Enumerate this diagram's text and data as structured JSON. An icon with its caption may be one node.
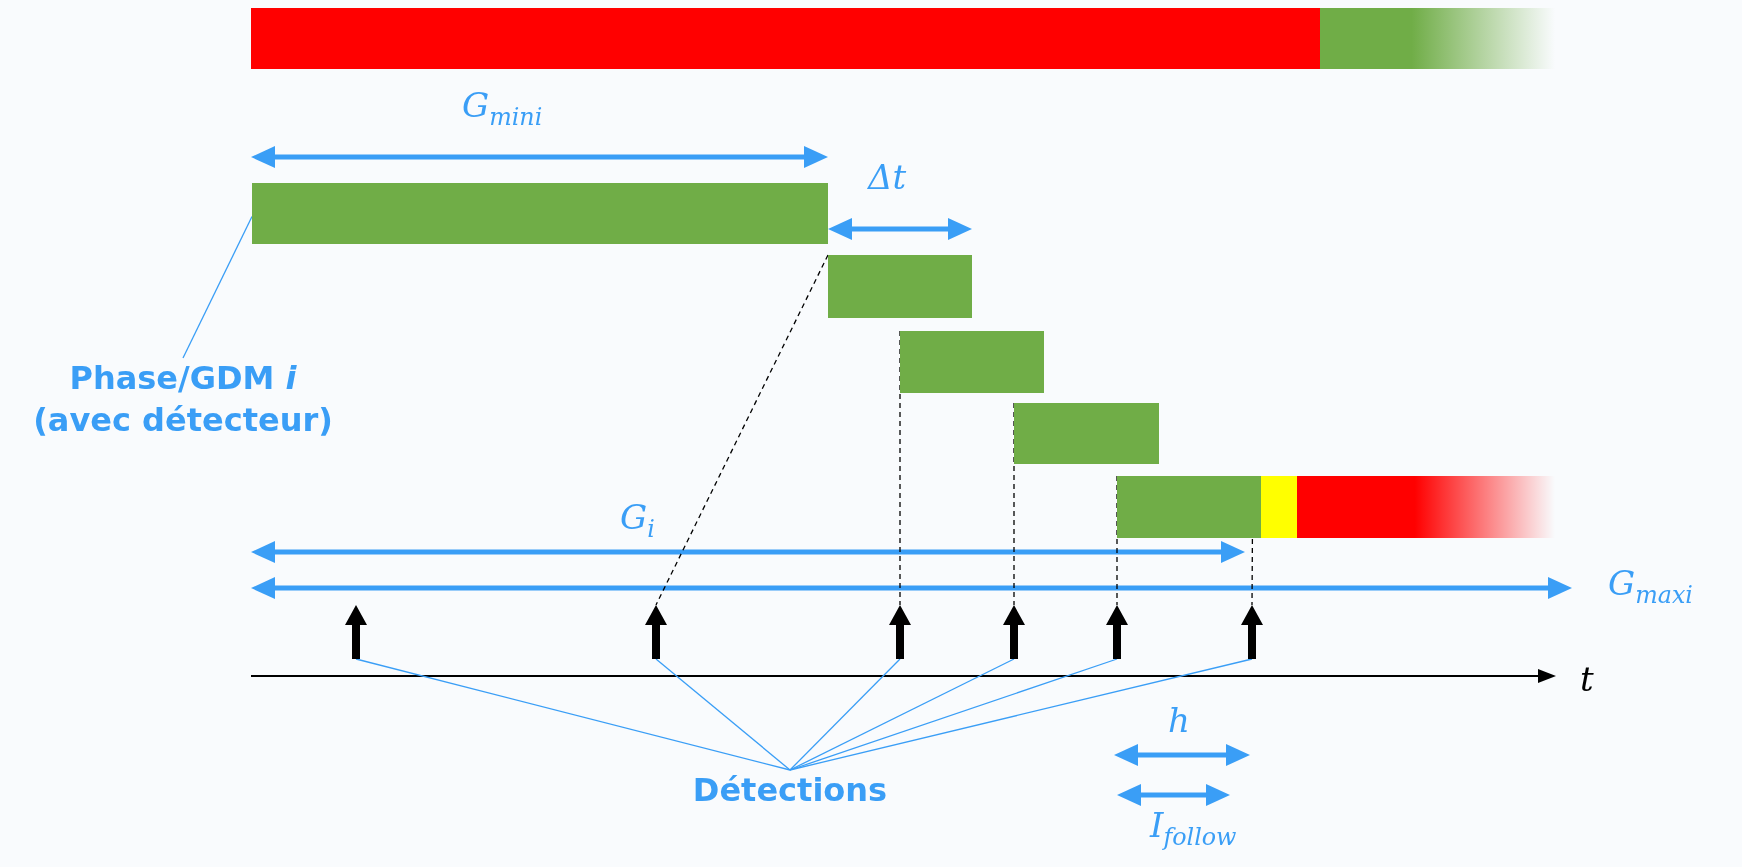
{
  "diagram": {
    "nodes": [
      {
        "text": [],
        "shape": "bar"
      },
      {
        "text": [
          "Phase/GDM *i* (avec détecteur)"
        ]
      },
      {
        "text": [],
        "shape": "bar"
      },
      {
        "text": [],
        "shape": "bar"
      },
      {
        "text": [],
        "shape": "bar"
      },
      {
        "text": [],
        "shape": "bar"
      },
      {
        "text": [],
        "shape": "bar"
      },
      {
        "text": [],
        "shape": "arrow"
      },
      {
        "text": [],
        "shape": "arrow"
      },
      {
        "text": [],
        "shape": "arrow"
      },
      {
        "text": [],
        "shape": "arrow"
      },
      {
        "text": [],
        "shape": "arrow"
      },
      {
        "text": [],
        "shape": "arrow"
      },
      {
        "text": [
          "Détections"
        ]
      }
    ],
    "edges": [
      {
        "from": 1,
        "to": 2,
        "arrow": "none"
      },
      {
        "from": 3,
        "to": 8,
        "arrow": "none",
        "style": "dashed",
        "color": "#000000"
      },
      {
        "from": 4,
        "to": 9,
        "arrow": "none",
        "style": "dashed",
        "color": "#000000"
      },
      {
        "from": 5,
        "to": 10,
        "arrow": "none",
        "style": "dashed",
        "color": "#000000"
      },
      {
        "from": 6,
        "to": 11,
        "arrow": "none",
        "style": "dashed",
        "color": "#000000"
      },
      {
        "from": 6,
        "to": 12,
        "arrow": "none",
        "style": "dashed",
        "color": "#000000"
      },
      {
        "from": 13,
        "to": 7,
        "arrow": "none"
      },
      {
        "from": 13,
        "to": 8,
        "arrow": "none"
      },
      {
        "from": 13,
        "to": 9,
        "arrow": "none"
      },
      {
        "from": 13,
        "to": 10,
        "arrow": "none"
      },
      {
        "from": 13,
        "to": 11,
        "arrow": "none"
      },
      {
        "from": 13,
        "to": 12,
        "arrow": "none"
      }
    ],
    "labels": [
      "G$_{min}$$_{i}$",
      "Δt",
      "G$_{i}$",
      "G$_{max}$$_{i}$",
      "t",
      "h",
      "I$_{follow}$"
    ]
  }
}
